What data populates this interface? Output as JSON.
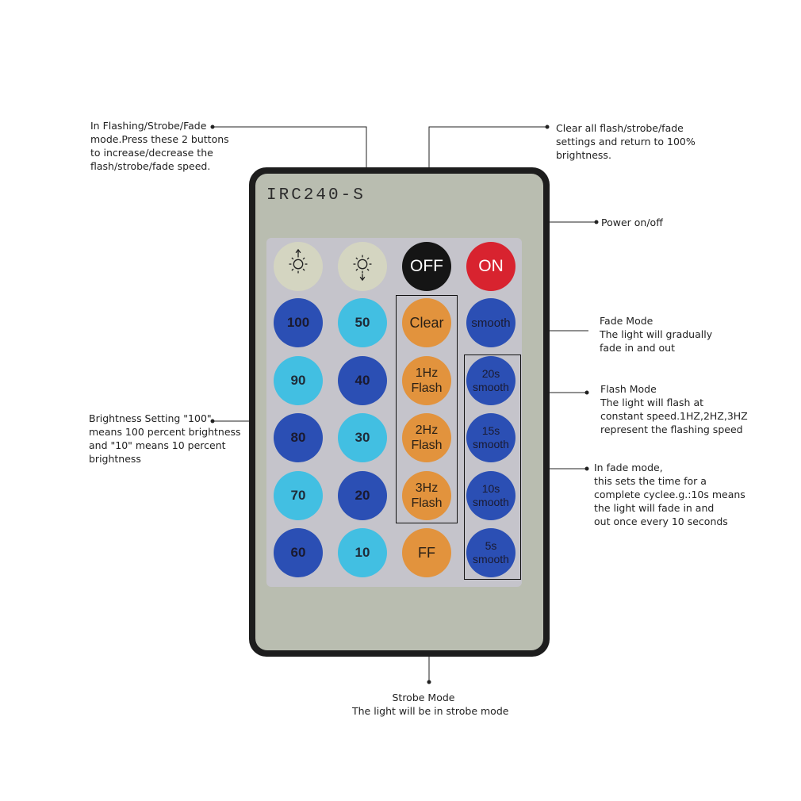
{
  "remote": {
    "model": "IRC240-S",
    "rows": [
      [
        {
          "id": "brightness-up",
          "kind": "bright",
          "icon": "sun-up-icon",
          "lines": []
        },
        {
          "id": "brightness-down",
          "kind": "bright",
          "icon": "sun-down-icon",
          "lines": []
        },
        {
          "id": "off",
          "kind": "off",
          "lines": [
            "OFF"
          ]
        },
        {
          "id": "on",
          "kind": "on",
          "lines": [
            "ON"
          ]
        }
      ],
      [
        {
          "id": "level-100",
          "kind": "blue",
          "lines": [
            "100"
          ]
        },
        {
          "id": "level-50",
          "kind": "cyan",
          "lines": [
            "50"
          ]
        },
        {
          "id": "clear",
          "kind": "orange-big",
          "lines": [
            "Clear"
          ]
        },
        {
          "id": "smooth",
          "kind": "smooth-wide",
          "lines": [
            "smooth"
          ]
        }
      ],
      [
        {
          "id": "level-90",
          "kind": "cyan",
          "lines": [
            "90"
          ]
        },
        {
          "id": "level-40",
          "kind": "blue",
          "lines": [
            "40"
          ]
        },
        {
          "id": "flash-1hz",
          "kind": "orange",
          "lines": [
            "1Hz",
            "Flash"
          ]
        },
        {
          "id": "smooth-20s",
          "kind": "smooth",
          "lines": [
            "20s",
            "smooth"
          ]
        }
      ],
      [
        {
          "id": "level-80",
          "kind": "blue",
          "lines": [
            "80"
          ]
        },
        {
          "id": "level-30",
          "kind": "cyan",
          "lines": [
            "30"
          ]
        },
        {
          "id": "flash-2hz",
          "kind": "orange",
          "lines": [
            "2Hz",
            "Flash"
          ]
        },
        {
          "id": "smooth-15s",
          "kind": "smooth",
          "lines": [
            "15s",
            "smooth"
          ]
        }
      ],
      [
        {
          "id": "level-70",
          "kind": "cyan",
          "lines": [
            "70"
          ]
        },
        {
          "id": "level-20",
          "kind": "blue",
          "lines": [
            "20"
          ]
        },
        {
          "id": "flash-3hz",
          "kind": "orange",
          "lines": [
            "3Hz",
            "Flash"
          ]
        },
        {
          "id": "smooth-10s",
          "kind": "smooth",
          "lines": [
            "10s",
            "smooth"
          ]
        }
      ],
      [
        {
          "id": "level-60",
          "kind": "blue",
          "lines": [
            "60"
          ]
        },
        {
          "id": "level-10",
          "kind": "cyan",
          "lines": [
            "10"
          ]
        },
        {
          "id": "ff",
          "kind": "orange-big",
          "lines": [
            "FF"
          ]
        },
        {
          "id": "smooth-5s",
          "kind": "smooth",
          "lines": [
            "5s",
            "smooth"
          ]
        }
      ]
    ]
  },
  "callouts": {
    "speed": [
      "In Flashing/Strobe/Fade",
      "mode.Press these 2 buttons",
      "to increase/decrease the",
      "flash/strobe/fade speed."
    ],
    "clear": [
      "Clear all flash/strobe/fade",
      "settings and return to 100%",
      "brightness."
    ],
    "power": [
      "Power on/off"
    ],
    "fade": [
      "Fade Mode",
      "The light will gradually",
      "fade in and out"
    ],
    "flash": [
      "Flash Mode",
      "The light will flash at",
      "constant speed.1HZ,2HZ,3HZ",
      "represent the flashing speed"
    ],
    "brightness": [
      "Brightness Setting \"100\"",
      "means 100 percent brightness",
      "and \"10\" means 10 percent",
      "brightness"
    ],
    "fade_time": [
      "In fade mode,",
      "this sets the time for a",
      "complete cyclee.g.:10s means",
      "the light will fade in and",
      "out once every 10 seconds"
    ],
    "strobe": [
      "Strobe Mode",
      "The light will be in strobe mode"
    ]
  },
  "colors": {
    "blue": "#2b4fb4",
    "cyan": "#42bfe2",
    "orange": "#e2933d",
    "off": "#151515",
    "on": "#d8232f",
    "panel": "#b9bdb0"
  }
}
